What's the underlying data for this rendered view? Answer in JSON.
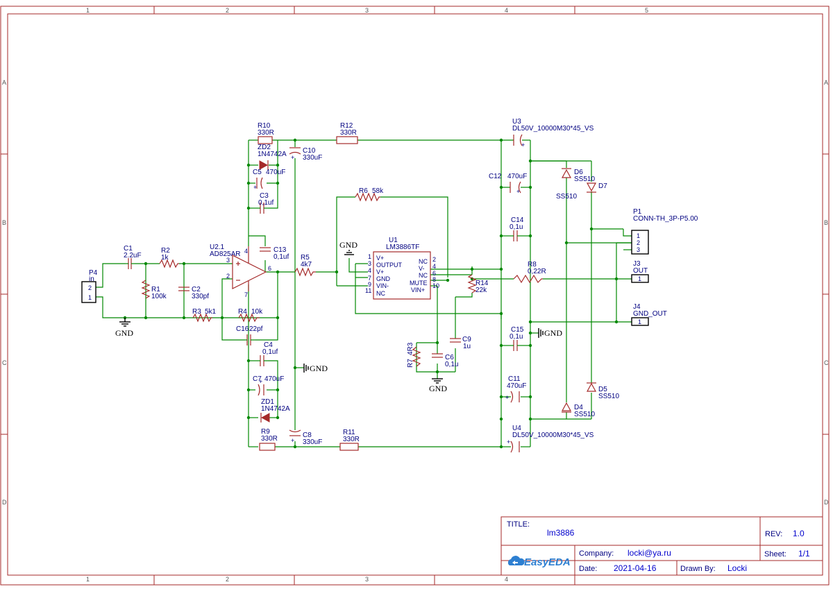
{
  "zones": {
    "cols": [
      "1",
      "2",
      "3",
      "4",
      "5"
    ],
    "rows": [
      "A",
      "B",
      "C",
      "D"
    ]
  },
  "parts": {
    "P4": {
      "ref": "P4",
      "value": "in",
      "pins": [
        "2",
        "1"
      ]
    },
    "C1": {
      "ref": "C1",
      "value": "2.2uF"
    },
    "R2": {
      "ref": "R2",
      "value": "1k"
    },
    "R1": {
      "ref": "R1",
      "value": "100k"
    },
    "C2": {
      "ref": "C2",
      "value": "330pf"
    },
    "R3": {
      "ref": "R3",
      "value": "5k1"
    },
    "R4": {
      "ref": "R4",
      "value": "10k"
    },
    "C16": {
      "ref": "C16",
      "value": "22pf"
    },
    "U2": {
      "ref": "U2.1",
      "value": "AD825AR",
      "pins": [
        "3",
        "2",
        "6",
        "4",
        "7"
      ]
    },
    "C13": {
      "ref": "C13",
      "value": "0,1uf"
    },
    "R10": {
      "ref": "R10",
      "value": "330R"
    },
    "ZD2": {
      "ref": "ZD2",
      "value": "1N4742A"
    },
    "C10": {
      "ref": "C10",
      "value": "330uF"
    },
    "C5": {
      "ref": "C5",
      "value": "470uF"
    },
    "C3": {
      "ref": "C3",
      "value": "0,1uf"
    },
    "C4": {
      "ref": "C4",
      "value": "0,1uf"
    },
    "C7": {
      "ref": "C7",
      "value": "470uF"
    },
    "ZD1": {
      "ref": "ZD1",
      "value": "1N4742A"
    },
    "R9": {
      "ref": "R9",
      "value": "330R"
    },
    "C8": {
      "ref": "C8",
      "value": "330uF"
    },
    "R11": {
      "ref": "R11",
      "value": "330R"
    },
    "R12": {
      "ref": "R12",
      "value": "330R"
    },
    "R5": {
      "ref": "R5",
      "value": "4k7"
    },
    "R6": {
      "ref": "R6",
      "value": "58k"
    },
    "U1": {
      "ref": "U1",
      "value": "LM3886TF",
      "left_labels": [
        "V+",
        "OUTPUT",
        "V+",
        "GND",
        "VIN-",
        "NC"
      ],
      "right_labels": [
        "NC",
        "V-",
        "NC",
        "MUTE",
        "VIN+"
      ],
      "left_pins": [
        "1",
        "3",
        "4",
        "7",
        "9",
        "11"
      ],
      "right_pins": [
        "2",
        "4",
        "6",
        "8",
        "10"
      ]
    },
    "R7": {
      "ref": "R7",
      "value": "4R3"
    },
    "C6": {
      "ref": "C6",
      "value": "0,1u"
    },
    "C9": {
      "ref": "C9",
      "value": "1u"
    },
    "R14": {
      "ref": "R14",
      "value": "22k"
    },
    "R8": {
      "ref": "R8",
      "value": "0,22R"
    },
    "U3": {
      "ref": "U3",
      "value": "DL50V_10000M30*45_VS"
    },
    "U4": {
      "ref": "U4",
      "value": "DL50V_10000M30*45_VS"
    },
    "C12": {
      "ref": "C12",
      "value": "470uF"
    },
    "C14": {
      "ref": "C14",
      "value": "0,1u"
    },
    "C15": {
      "ref": "C15",
      "value": "0,1u"
    },
    "C11": {
      "ref": "C11",
      "value": "470uF"
    },
    "D6": {
      "ref": "D6",
      "value": "SS510"
    },
    "D7": {
      "ref": "D7",
      "value": "SS510"
    },
    "D4": {
      "ref": "D4",
      "value": "SS510"
    },
    "D5": {
      "ref": "D5",
      "value": "SS510"
    },
    "P1": {
      "ref": "P1",
      "value": "CONN-TH_3P-P5.00",
      "pins": [
        "1",
        "2",
        "3"
      ]
    },
    "J3": {
      "ref": "J3",
      "value": "OUT",
      "pin": "1"
    },
    "J4": {
      "ref": "J4",
      "value": "GND_OUT",
      "pin": "1"
    }
  },
  "gnd_label": "GND",
  "title_block": {
    "title_label": "TITLE:",
    "title": "lm3886",
    "rev_label": "REV:",
    "rev": "1.0",
    "company_label": "Company:",
    "company": "locki@ya.ru",
    "sheet_label": "Sheet:",
    "sheet": "1/1",
    "date_label": "Date:",
    "date": "2021-04-16",
    "drawn_label": "Drawn By:",
    "drawn": "Locki",
    "brand": "EasyEDA"
  },
  "colors": {
    "frame": "#a52a2a",
    "wire": "#008800",
    "label": "#000080"
  }
}
